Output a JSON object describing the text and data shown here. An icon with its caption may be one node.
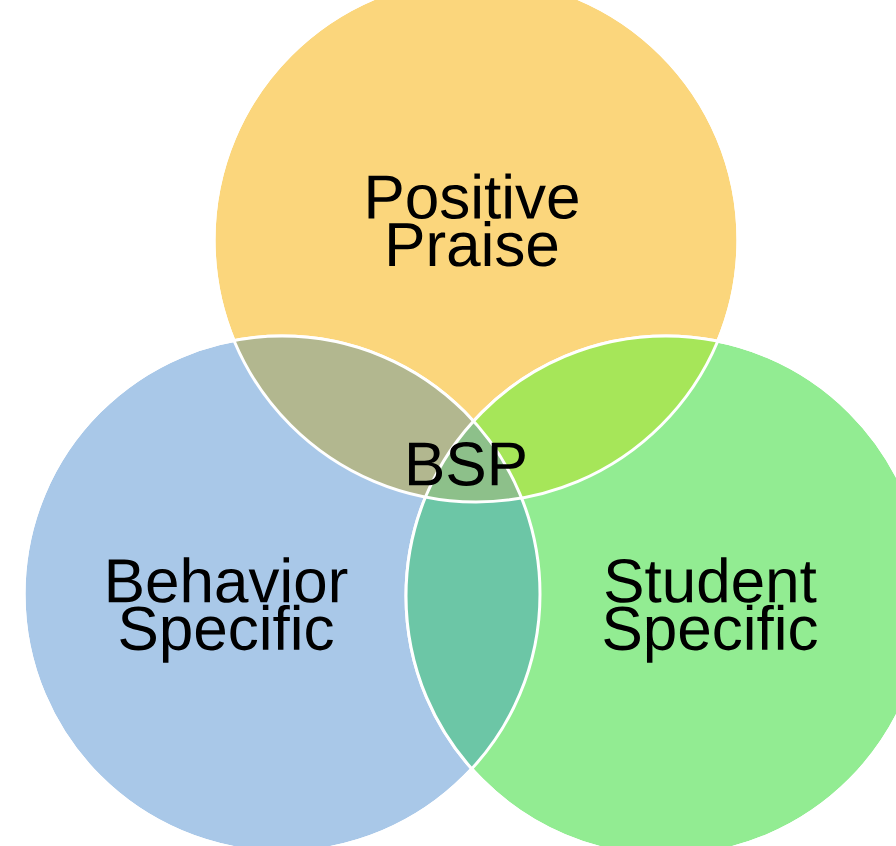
{
  "diagram": {
    "nodes": [
      {
        "text": [
          "Positive Praise"
        ]
      },
      {
        "text": [
          "Behavior Specific"
        ]
      },
      {
        "text": [
          "Student Specific"
        ]
      }
    ],
    "labels": [
      "BSP"
    ]
  }
}
